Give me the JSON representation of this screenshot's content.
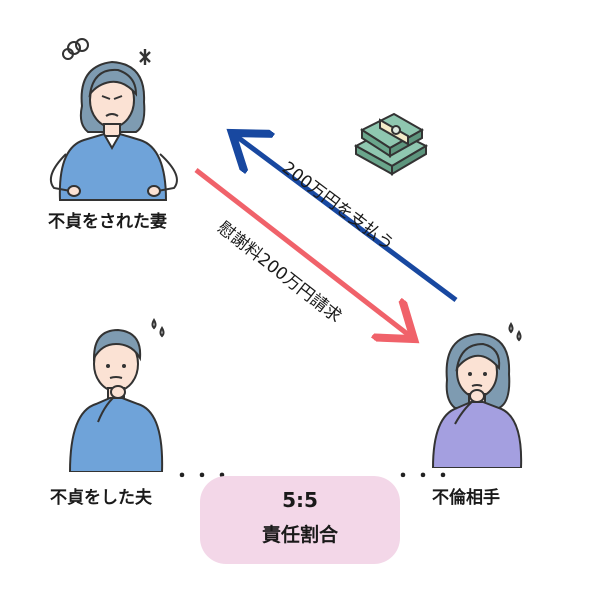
{
  "nodes": {
    "wife": {
      "label": "不貞をされた妻"
    },
    "husband": {
      "label": "不貞をした夫"
    },
    "partner": {
      "label": "不倫相手"
    }
  },
  "edges": {
    "claim": {
      "label": "慰謝料200万円請求",
      "color": "#f0626a"
    },
    "payment": {
      "label": "200万円を支払う",
      "color": "#1848a0"
    }
  },
  "ratio": {
    "value": "5:5",
    "label": "責任割合",
    "color": "#f3d7e8"
  },
  "connector": {
    "dots": "・・・"
  }
}
